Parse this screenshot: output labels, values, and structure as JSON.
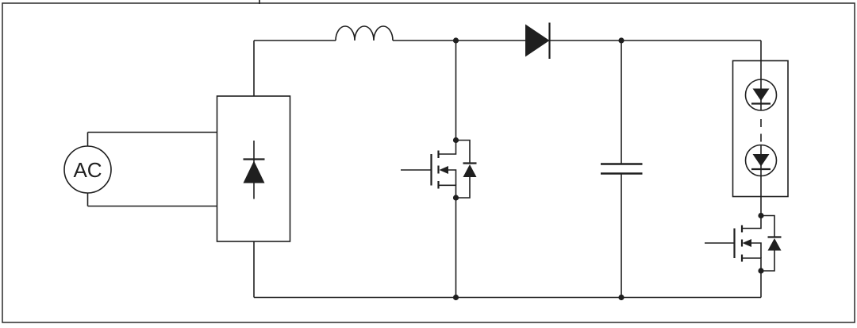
{
  "figure": {
    "background": "#ffffff",
    "line_color": "#1f1f1f",
    "border_color": "#2a2a2a"
  },
  "labels": {
    "ac_source": "AC"
  },
  "components": [
    {
      "name": "ac-source",
      "symbol": "circle-with-AC-label"
    },
    {
      "name": "bridge-rectifier",
      "symbol": "rectangle-with-upward-diode"
    },
    {
      "name": "filter-inductor",
      "symbol": "three-hump-coil"
    },
    {
      "name": "boost-switch-mosfet",
      "symbol": "n-mosfet-with-body-diode"
    },
    {
      "name": "boost-diode",
      "symbol": "right-pointing-diode"
    },
    {
      "name": "output-capacitor",
      "symbol": "parallel-plate-capacitor"
    },
    {
      "name": "led-string",
      "symbol": "boxed-led-pair-with-dashed-continuation"
    },
    {
      "name": "led-switch-mosfet",
      "symbol": "n-mosfet-with-body-diode"
    }
  ]
}
